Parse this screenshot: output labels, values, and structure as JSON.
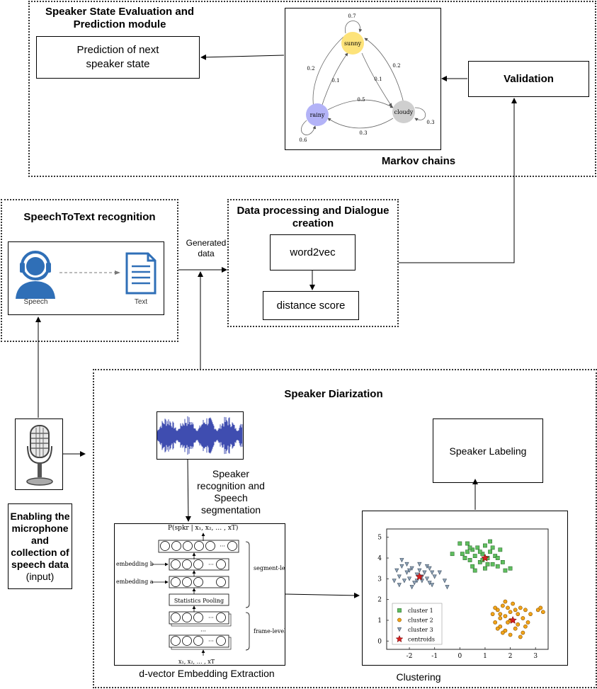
{
  "speaker_state": {
    "title": "Speaker State Evaluation and Prediction module",
    "prediction_box": "Prediction of next speaker state",
    "markov_label": "Markov chains",
    "validation": "Validation",
    "markov": {
      "states": [
        "sunny",
        "rainy",
        "cloudy"
      ],
      "probabilities": [
        "0.7",
        "0.2",
        "0.1",
        "0.1",
        "0.2",
        "0.5",
        "0.3",
        "0.6",
        "0.3"
      ],
      "colors": {
        "sunny": "#fde37a",
        "rainy": "#b3b3f7",
        "cloudy": "#cfcfcf"
      }
    }
  },
  "stt": {
    "title": "SpeechToText recognition",
    "speech_label": "Speech",
    "text_label": "Text"
  },
  "generated_data": "Generated data",
  "data_processing": {
    "title": "Data processing and Dialogue creation",
    "word2vec": "word2vec",
    "distance": "distance score"
  },
  "microphone": {
    "caption_bold": "Enabling the microphone and collection of speech data",
    "caption_normal": "(input)"
  },
  "diarization": {
    "title": "Speaker Diarization",
    "segmentation_label": "Speaker recognition and Speech segmentation",
    "labeling": "Speaker Labeling",
    "dvector_caption": "d-vector Embedding Extraction",
    "clustering_caption": "Clustering",
    "dvector": {
      "top_formula": "P(spkr",
      "top_formula_rest": " | x₁, x₂, … , xT)",
      "embedding_b": "embedding b",
      "embedding_a": "embedding a",
      "stats_pooling": "Statistics Pooling",
      "segment_level": "segment-level",
      "frame_level": "frame-level",
      "bottom_formula": "x₁, x₂, … , xT",
      "ellipsis": "···"
    }
  },
  "chart_data": {
    "type": "scatter",
    "x_ticks": [
      "-2",
      "-1",
      "0",
      "1",
      "2",
      "3"
    ],
    "y_ticks": [
      "0",
      "1",
      "2",
      "3",
      "4",
      "5"
    ],
    "xlim": [
      -2.9,
      3.5
    ],
    "ylim": [
      -0.4,
      5.4
    ],
    "legend": [
      "cluster 1",
      "cluster 2",
      "cluster 3",
      "centroids"
    ],
    "series": [
      {
        "name": "cluster 1",
        "color": "#5fbf5f",
        "marker": "square",
        "points": [
          [
            0.1,
            4.2
          ],
          [
            0.2,
            4.0
          ],
          [
            0.3,
            4.3
          ],
          [
            0.4,
            3.9
          ],
          [
            0.5,
            4.4
          ],
          [
            0.5,
            3.6
          ],
          [
            0.6,
            4.1
          ],
          [
            0.7,
            4.5
          ],
          [
            0.8,
            3.8
          ],
          [
            0.9,
            4.2
          ],
          [
            1.0,
            4.6
          ],
          [
            1.0,
            3.5
          ],
          [
            1.1,
            4.0
          ],
          [
            1.2,
            4.3
          ],
          [
            1.3,
            3.7
          ],
          [
            1.4,
            4.1
          ],
          [
            1.5,
            3.6
          ],
          [
            1.6,
            4.4
          ],
          [
            1.7,
            3.8
          ],
          [
            0.3,
            4.7
          ],
          [
            0.6,
            3.4
          ],
          [
            0.9,
            3.9
          ],
          [
            1.2,
            4.8
          ],
          [
            1.8,
            3.4
          ],
          [
            2.0,
            3.5
          ],
          [
            0.4,
            4.5
          ],
          [
            0.8,
            4.3
          ],
          [
            1.1,
            3.7
          ],
          [
            1.3,
            4.5
          ],
          [
            -0.3,
            4.2
          ],
          [
            0.0,
            4.7
          ],
          [
            1.5,
            4.0
          ]
        ]
      },
      {
        "name": "cluster 2",
        "color": "#f2a419",
        "marker": "circle",
        "points": [
          [
            1.3,
            1.3
          ],
          [
            1.4,
            0.9
          ],
          [
            1.5,
            1.5
          ],
          [
            1.6,
            1.1
          ],
          [
            1.6,
            0.7
          ],
          [
            1.7,
            1.7
          ],
          [
            1.8,
            1.2
          ],
          [
            1.8,
            0.5
          ],
          [
            1.9,
            0.9
          ],
          [
            2.0,
            1.4
          ],
          [
            2.0,
            0.3
          ],
          [
            2.1,
            1.8
          ],
          [
            2.1,
            1.0
          ],
          [
            2.2,
            0.6
          ],
          [
            2.3,
            1.3
          ],
          [
            2.3,
            0.8
          ],
          [
            2.4,
            1.6
          ],
          [
            2.5,
            1.1
          ],
          [
            2.5,
            0.4
          ],
          [
            2.6,
            1.5
          ],
          [
            2.7,
            0.9
          ],
          [
            1.4,
            1.6
          ],
          [
            1.5,
            0.6
          ],
          [
            1.7,
            0.4
          ],
          [
            1.9,
            1.6
          ],
          [
            2.2,
            1.5
          ],
          [
            2.4,
            0.2
          ],
          [
            2.6,
            0.7
          ],
          [
            3.1,
            1.5
          ],
          [
            3.3,
            1.4
          ],
          [
            3.2,
            1.6
          ],
          [
            1.8,
            1.9
          ],
          [
            2.0,
            1.0
          ],
          [
            1.6,
            1.3
          ],
          [
            2.8,
            1.3
          ]
        ]
      },
      {
        "name": "cluster 3",
        "color": "#8fa3b8",
        "marker": "triangle",
        "points": [
          [
            -2.5,
            3.4
          ],
          [
            -2.4,
            3.1
          ],
          [
            -2.3,
            3.6
          ],
          [
            -2.2,
            2.9
          ],
          [
            -2.1,
            3.3
          ],
          [
            -2.0,
            3.0
          ],
          [
            -1.9,
            3.5
          ],
          [
            -1.8,
            2.8
          ],
          [
            -1.7,
            3.2
          ],
          [
            -1.6,
            3.4
          ],
          [
            -1.5,
            2.9
          ],
          [
            -1.4,
            3.3
          ],
          [
            -1.3,
            3.0
          ],
          [
            -1.2,
            3.5
          ],
          [
            -1.1,
            2.7
          ],
          [
            -1.0,
            3.1
          ],
          [
            -2.6,
            2.9
          ],
          [
            -2.1,
            3.7
          ],
          [
            -1.6,
            3.7
          ],
          [
            -1.3,
            3.6
          ],
          [
            -0.8,
            3.3
          ],
          [
            -0.6,
            2.9
          ],
          [
            -0.5,
            2.6
          ],
          [
            -2.4,
            2.7
          ],
          [
            -1.9,
            2.6
          ],
          [
            -1.5,
            3.1
          ],
          [
            -1.2,
            2.8
          ],
          [
            -2.0,
            3.4
          ],
          [
            -1.7,
            2.9
          ],
          [
            -2.3,
            3.9
          ],
          [
            -1.1,
            3.3
          ]
        ]
      }
    ],
    "centroids": [
      [
        1.0,
        4.0
      ],
      [
        2.1,
        1.0
      ],
      [
        -1.6,
        3.1
      ]
    ]
  }
}
